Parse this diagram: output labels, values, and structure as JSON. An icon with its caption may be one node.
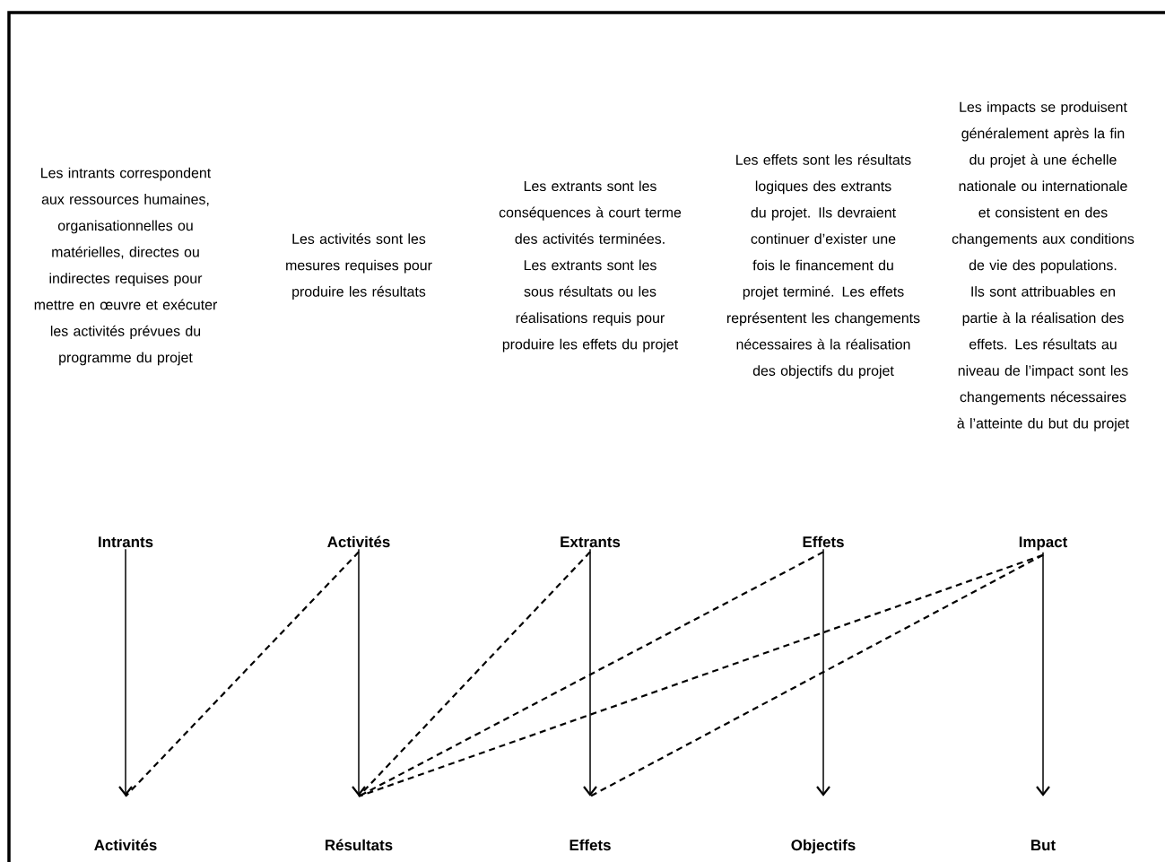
{
  "diagram": {
    "nodes": [
      {
        "text": [
          "Intrants"
        ]
      },
      {
        "text": [
          "Activités"
        ]
      },
      {
        "text": [
          "Extrants"
        ]
      },
      {
        "text": [
          "Effets"
        ]
      },
      {
        "text": [
          "Impact"
        ]
      },
      {
        "text": [
          "Activités"
        ]
      },
      {
        "text": [
          "Résultats"
        ]
      },
      {
        "text": [
          "Effets"
        ]
      },
      {
        "text": [
          "Objectifs"
        ]
      },
      {
        "text": [
          "But"
        ]
      }
    ],
    "edges": [
      {
        "from": 0,
        "to": 5,
        "arrow": "to"
      },
      {
        "from": 1,
        "to": 6,
        "arrow": "to"
      },
      {
        "from": 2,
        "to": 7,
        "arrow": "to"
      },
      {
        "from": 3,
        "to": 8,
        "arrow": "to"
      },
      {
        "from": 4,
        "to": 9,
        "arrow": "to"
      },
      {
        "from": 1,
        "to": 5,
        "arrow": "none",
        "style": "dashed"
      },
      {
        "from": 2,
        "to": 6,
        "arrow": "none",
        "style": "dashed"
      },
      {
        "from": 3,
        "to": 6,
        "arrow": "none",
        "style": "dashed"
      },
      {
        "from": 4,
        "to": 6,
        "arrow": "none",
        "style": "dashed"
      },
      {
        "from": 4,
        "to": 7,
        "arrow": "none",
        "style": "dashed"
      }
    ],
    "labels": [
      "Les intrants correspondent aux ressources humaines, organisationnelles ou matérielles, directes ou indirectes requises pour mettre en œuvre et exécuter les activités prévues du programme du projet",
      "Les activités sont les mesures requises pour produire les résultats",
      "Les extrants sont les conséquences à court terme des activités terminées. Les extrants sont les sous résultats ou les réalisations requis pour produire les effets du projet",
      "Les effets sont les résultats logiques des extrants du projet. Ils devraient continuer d’exister une fois le financement du projet terminé. Les effets représentent les changements nécessaires à la réalisation des objectifs du projet",
      "Les impacts se produisent généralement après la fin du projet à une échelle nationale ou internationale et consistent en des changements aux conditions de vie des populations. Ils sont attribuables en partie à la réalisation des effets. Les résultats au niveau de l’impact sont les changements nécessaires à l’atteinte du but du projet"
    ]
  }
}
